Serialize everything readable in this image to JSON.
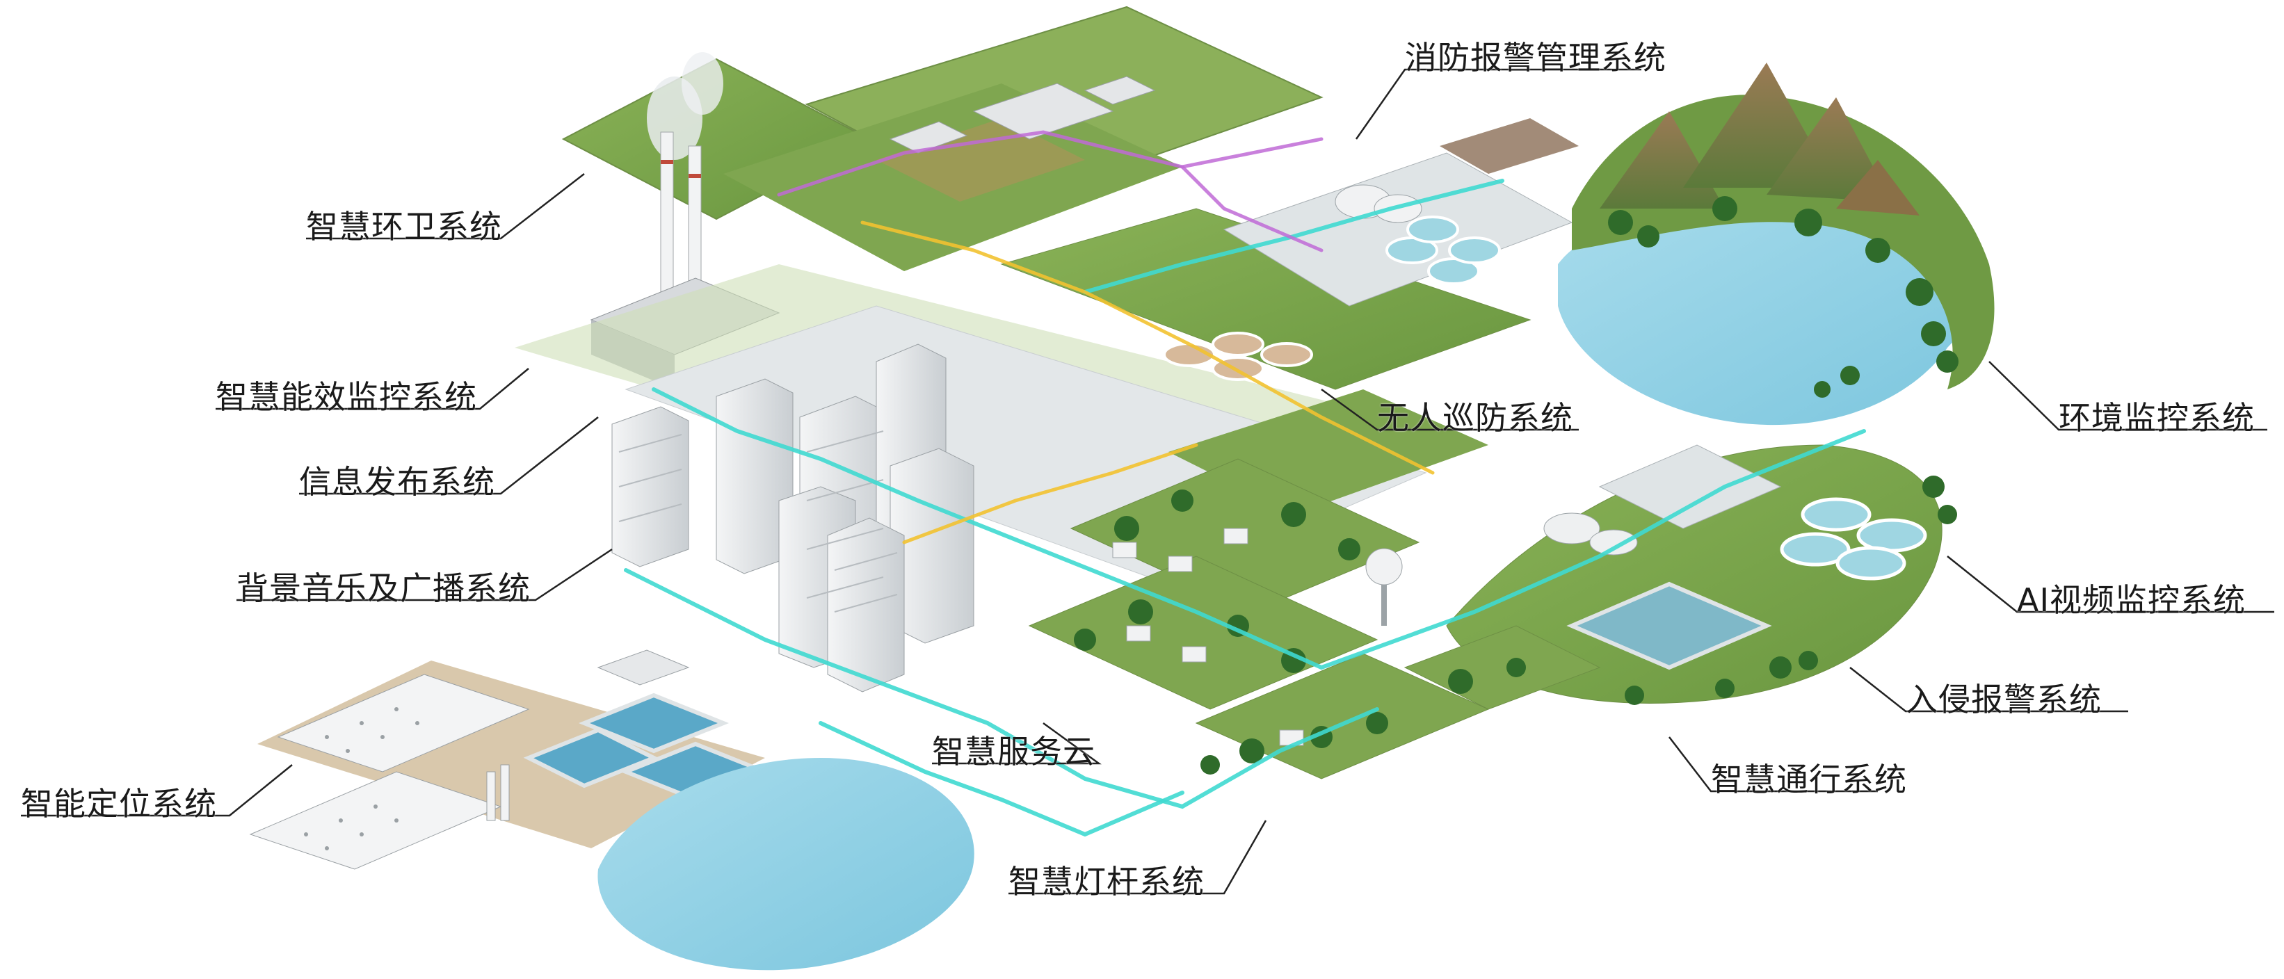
{
  "labels": {
    "sanitation": "智慧环卫系统",
    "fire_alarm": "消防报警管理系统",
    "energy": "智慧能效监控系统",
    "patrol": "无人巡防系统",
    "environment": "环境监控系统",
    "info_release": "信息发布系统",
    "music_broadcast": "背景音乐及广播系统",
    "ai_video": "AI视频监控系统",
    "intrusion": "入侵报警系统",
    "service_cloud": "智慧服务云",
    "traffic": "智慧通行系统",
    "positioning": "智能定位系统",
    "lamp_pole": "智慧灯杆系统"
  },
  "colors": {
    "grass": "#7fa650",
    "grass_dark": "#5e8a3a",
    "pavement": "#dfe4e6",
    "water": "#8fd0e3",
    "tree": "#2f6b2a",
    "network_cyan": "#3fd9d0",
    "network_yellow": "#f2c230",
    "network_purple": "#c06ad6"
  }
}
